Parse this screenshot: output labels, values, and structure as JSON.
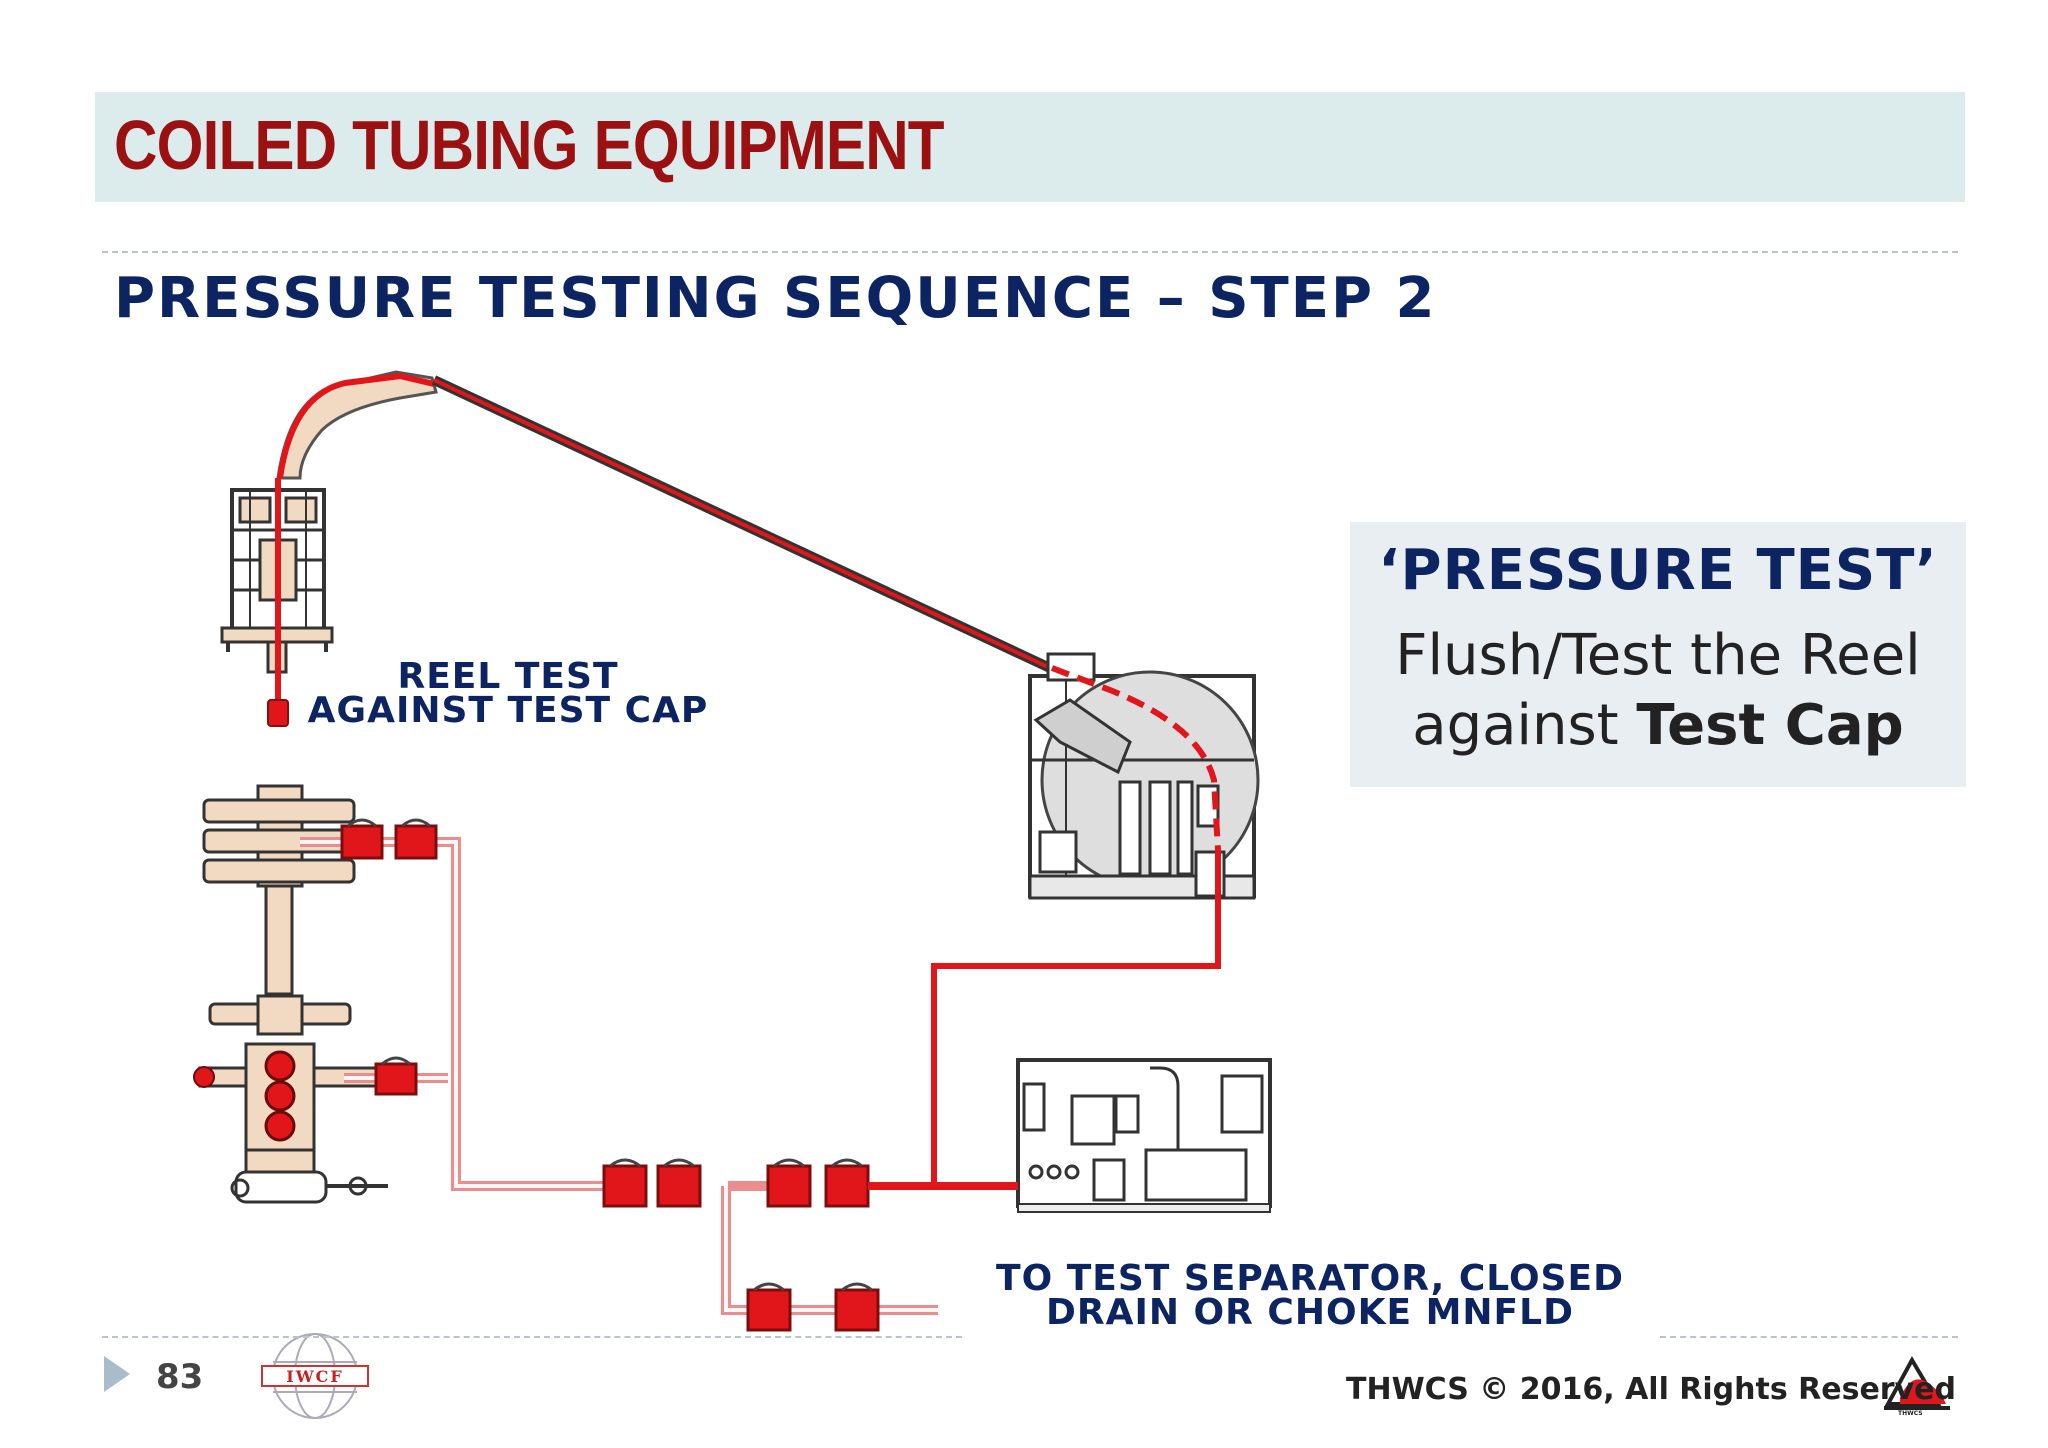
{
  "header": {
    "title": "COILED TUBING EQUIPMENT",
    "subtitle": "PRESSURE TESTING SEQUENCE – STEP 2"
  },
  "callout": {
    "heading": "‘PRESSURE TEST’",
    "body_line1": "Flush/Test the Reel",
    "body_line2_prefix": "against ",
    "body_line2_bold": "Test Cap"
  },
  "labels": {
    "reel_test_line1": "REEL TEST",
    "reel_test_line2": "AGAINST TEST CAP",
    "separator_line1": "TO TEST SEPARATOR, CLOSED",
    "separator_line2": "DRAIN OR CHOKE MNFLD"
  },
  "footer": {
    "page_number": "83",
    "copyright": "THWCS © 2016, All Rights Reserved",
    "iwcf_logo_text": "IWCF",
    "thwcs_logo_text": "THWCS"
  },
  "colors": {
    "title_red": "#9b1010",
    "navy": "#0c2461",
    "band": "#dcecec",
    "line_red": "#e0161b",
    "equipment_tan": "#f1d9c2"
  }
}
